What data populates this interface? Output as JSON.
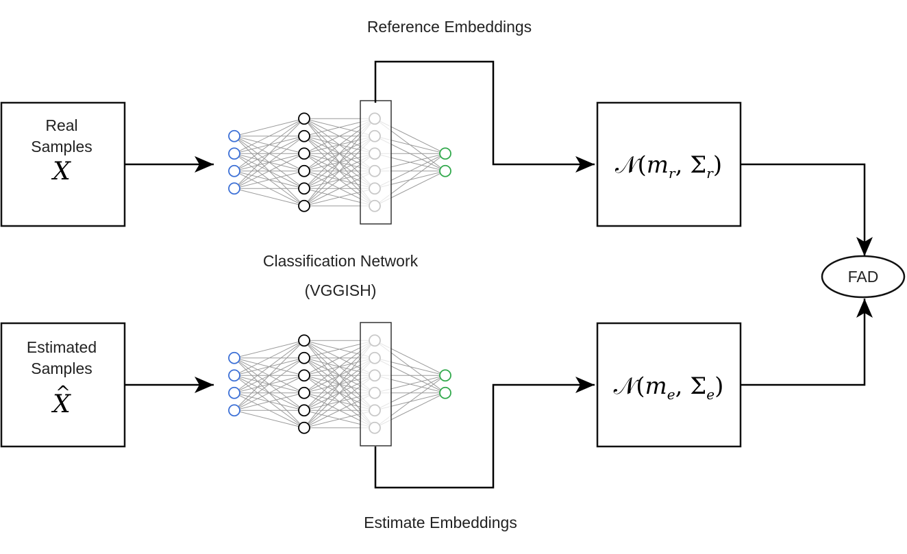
{
  "labels": {
    "reference_embeddings": "Reference Embeddings",
    "estimate_embeddings": "Estimate Embeddings",
    "network_line1": "Classification Network",
    "network_line2": "(VGGISH)",
    "fad": "FAD"
  },
  "real_box": {
    "line1": "Real",
    "line2": "Samples",
    "symbol": "X"
  },
  "estimated_box": {
    "line1": "Estimated",
    "line2": "Samples",
    "symbol": "X",
    "symbol_accent": "^"
  },
  "gaussian_real": {
    "prefix": "𝒩(",
    "mean": "m",
    "mean_sub": "r",
    "sep": ", ",
    "cov": "Σ",
    "cov_sub": "r",
    "suffix": ")"
  },
  "gaussian_est": {
    "prefix": "𝒩(",
    "mean": "m",
    "mean_sub": "e",
    "sep": ", ",
    "cov": "Σ",
    "cov_sub": "e",
    "suffix": ")"
  },
  "network": {
    "layer_sizes": [
      4,
      6,
      6,
      2
    ],
    "layer_colors": [
      "#3b6fd6",
      "#000000",
      "#c8c8c8",
      "#2fa84a"
    ]
  }
}
